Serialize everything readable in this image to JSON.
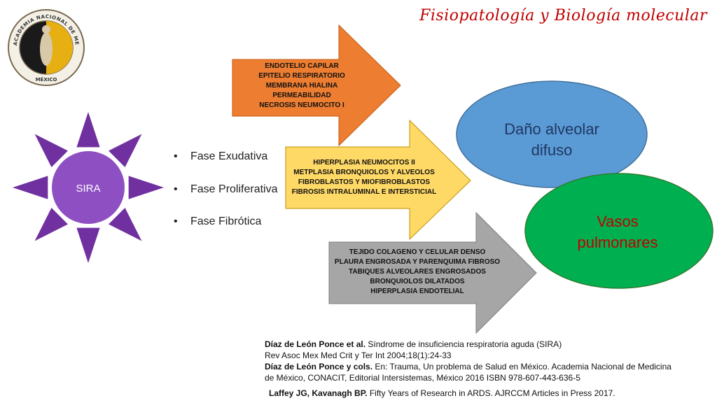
{
  "header": {
    "title": "Fisiopatología y Biología molecular"
  },
  "seal": {
    "text": "ACADEMIA NACIONAL DE MEDICINA · MÉXICO",
    "colors": {
      "ring": "#ffffff",
      "inner_left": "#1a1a1a",
      "inner_right": "#e6b012",
      "figure": "#d8c9a8"
    }
  },
  "sun": {
    "label": "SIRA",
    "color": "#7030a0",
    "circle_color": "#8e4fc2"
  },
  "phases": [
    "Fase Exudativa",
    "Fase Proliferativa",
    "Fase Fibrótica"
  ],
  "arrows": [
    {
      "color": "#ed7d31",
      "lines": [
        "ENDOTELIO CAPILAR",
        "EPITELIO RESPIRATORIO",
        "MEMBRANA HIALINA",
        "PERMEABILIDAD",
        "NECROSIS NEUMOCITO I"
      ]
    },
    {
      "color": "#ffd966",
      "lines": [
        "HIPERPLASIA NEUMOCITOS II",
        "METPLASIA BRONQUIOLOS Y ALVEOLOS",
        "FIBROBLASTOS Y MIOFIBROBLASTOS",
        "FIBROSIS INTRALUMINAL E INTERSTICIAL"
      ]
    },
    {
      "color": "#a6a6a6",
      "lines": [
        "TEJIDO COLAGENO Y CELULAR DENSO",
        "PLAURA ENGROSADA Y PARENQUIMA FIBROSO",
        "TABIQUES ALVEOLARES ENGROSADOS",
        "BRONQUIOLOS DILATADOS",
        "HIPERPLASIA ENDOTELIAL"
      ]
    }
  ],
  "ellipses": [
    {
      "lines": [
        "Daño alveolar",
        "difuso"
      ],
      "fill": "#5b9bd5",
      "text_color": "#1f3864"
    },
    {
      "lines": [
        "Vasos",
        "pulmonares"
      ],
      "fill": "#00b050",
      "text_color": "#c00000"
    }
  ],
  "references": {
    "ref1_authors": "Díaz de León Ponce et al.",
    "ref1_title": " Síndrome de insuficiencia respiratoria aguda (SIRA)",
    "ref1_journal": "Rev Asoc Mex Med Crit y Ter Int 2004;18(1):24-33",
    "ref2_authors": "Díaz de León Ponce y cols.",
    "ref2_text": " En: Trauma, Un problema de Salud en México. Academia Nacional de Medicina",
    "ref2_text2": "de México, CONACIT, Editorial Intersistemas, México 2016 ISBN 978-607-443-636-5",
    "ref3_authors": "Laffey JG, Kavanagh BP.",
    "ref3_text": " Fifty Years of Research in ARDS. AJRCCM Articles in Press 2017."
  }
}
